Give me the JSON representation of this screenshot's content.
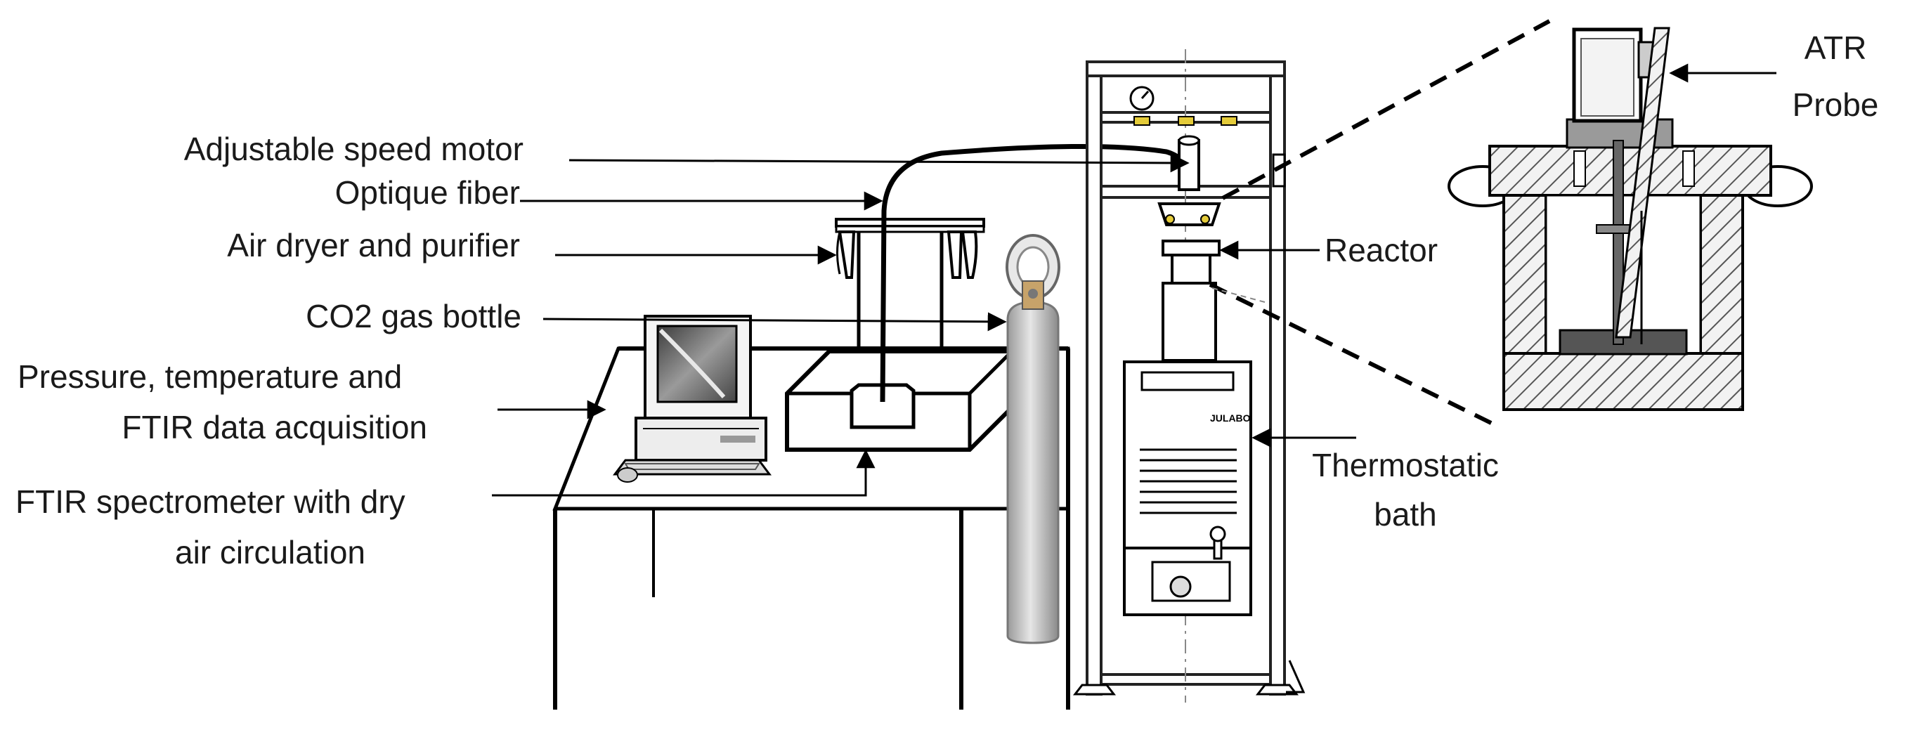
{
  "labels": {
    "motor": "Adjustable speed motor",
    "fiber": "Optique fiber",
    "dryer": "Air dryer and purifier",
    "co2": "CO2 gas bottle",
    "acq_line1": "Pressure, temperature and",
    "acq_line2": "FTIR data acquisition",
    "ftir_line1": "FTIR spectrometer with dry",
    "ftir_line2": "air circulation",
    "reactor": "Reactor",
    "bath_line1": "Thermostatic",
    "bath_line2": "bath",
    "atr_line1": "ATR",
    "atr_line2": "Probe"
  },
  "equipment": {
    "bath_brand": "JULABO"
  },
  "colors": {
    "ink": "#000000",
    "bottle_gray": "#c8c8c8",
    "screen_gray": "#6a6a6a",
    "section_hatch": "#555555"
  }
}
